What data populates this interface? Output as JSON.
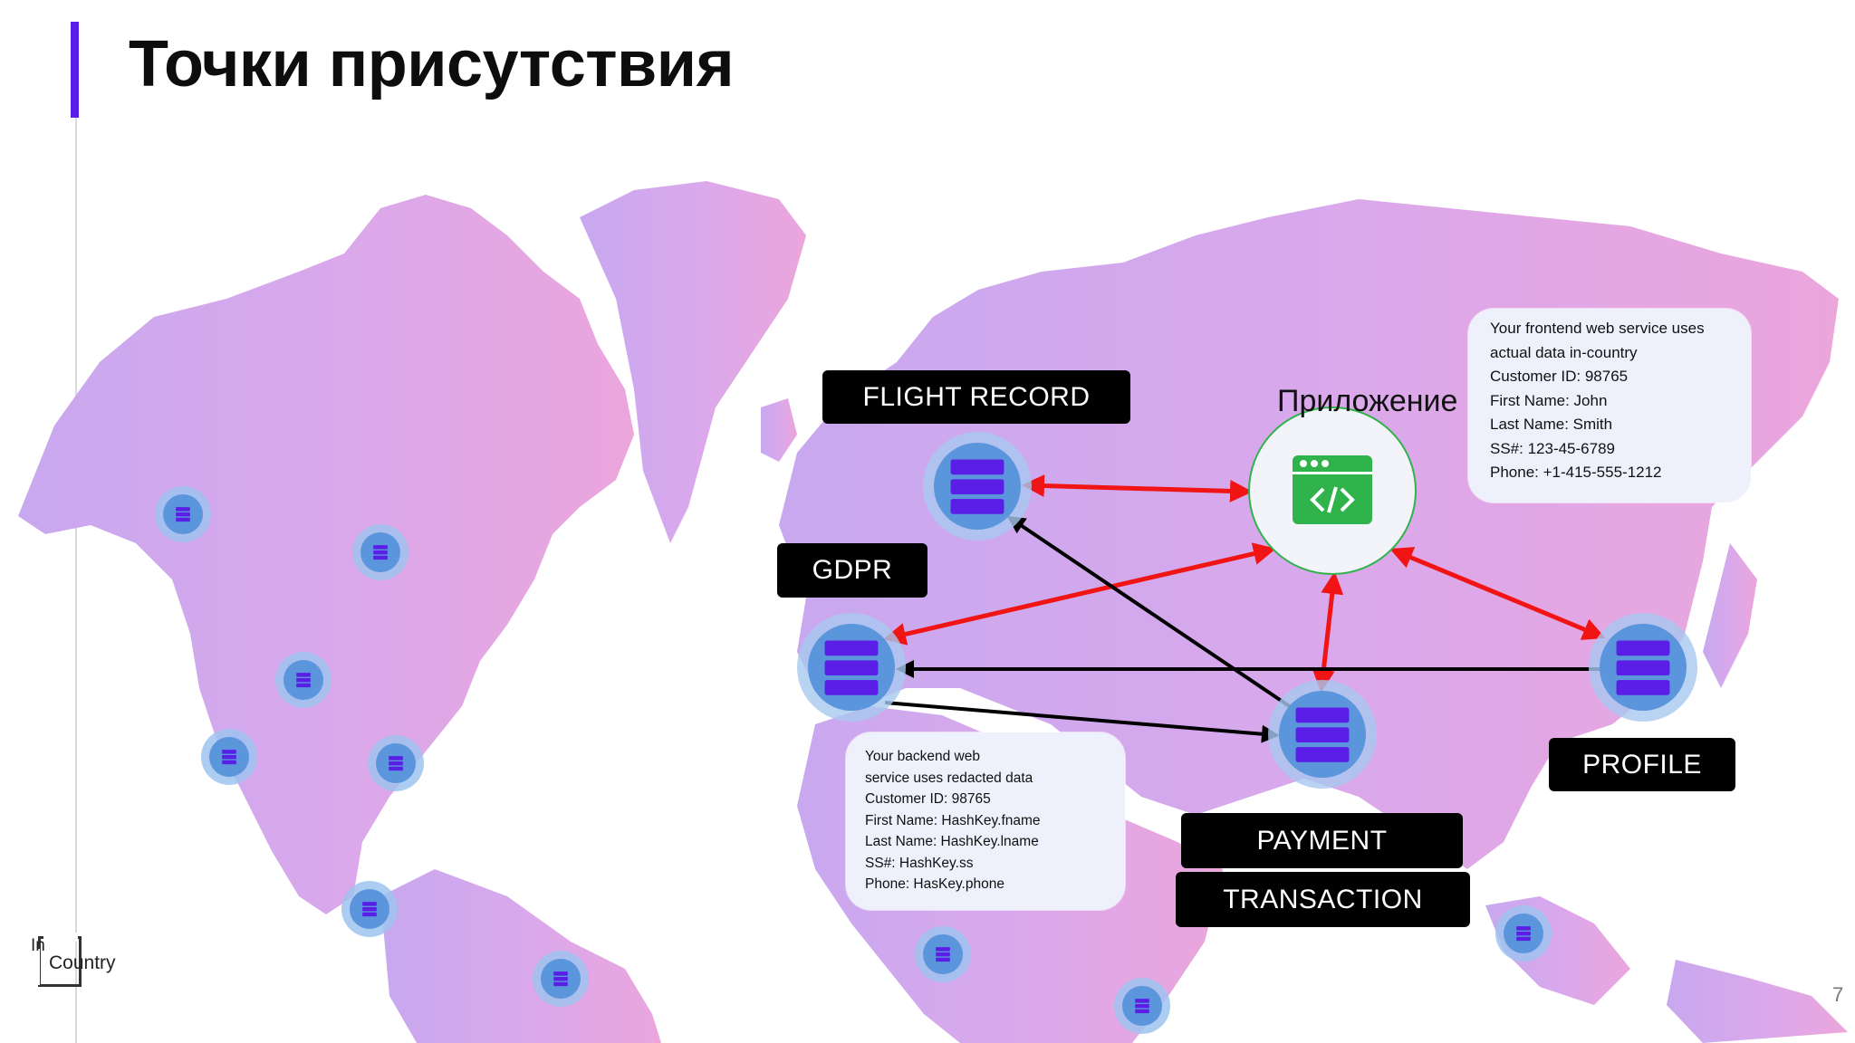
{
  "slide": {
    "title": "Точки присутствия",
    "page_number": "7",
    "logo": {
      "prefix": "In",
      "name": "Country"
    }
  },
  "diagram": {
    "app_label": "Приложение",
    "app_icon": "code-window-icon",
    "server_icon": "server-stack-icon",
    "labels": {
      "flight_record": "FLIGHT RECORD",
      "gdpr": "GDPR",
      "profile": "PROFILE",
      "payment": "PAYMENT",
      "transaction": "TRANSACTION"
    },
    "frontend_note": [
      "Your frontend web service uses",
      "actual data in-country",
      "Customer ID: 98765",
      "First Name: John",
      "Last Name: Smith",
      "SS#: 123-45-6789",
      "Phone: +1-415-555-1212"
    ],
    "backend_note": [
      "Your backend web",
      "service uses redacted data",
      "Customer ID: 98765",
      "First Name: HashKey.fname",
      "Last Name: HashKey.lname",
      "SS#: HashKey.ss",
      "Phone: HasKey.phone"
    ],
    "colors": {
      "accent": "#5b1ee6",
      "continent_west": "#c9a6ee",
      "continent_east": "#e5a6e0",
      "server_node": "#5b95dc",
      "server_icon": "#5a1ee6",
      "app_icon": "#2fb34a",
      "arrow_app": "#f01414",
      "arrow_data": "#000000"
    }
  }
}
